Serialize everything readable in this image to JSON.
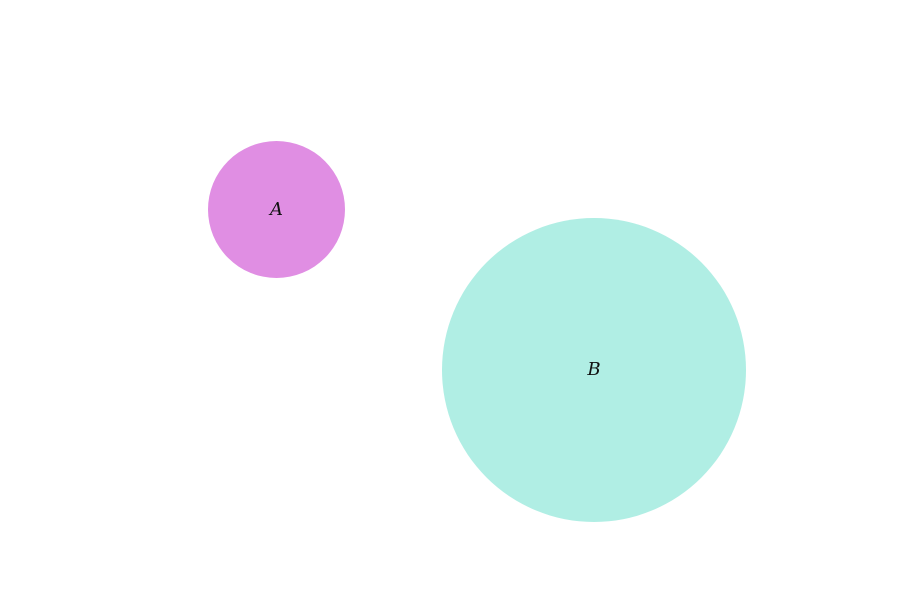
{
  "diagram": {
    "type": "venn",
    "sets": [
      {
        "label": "A",
        "color": "#e08ee3"
      },
      {
        "label": "B",
        "color": "#b0eee4"
      }
    ]
  }
}
